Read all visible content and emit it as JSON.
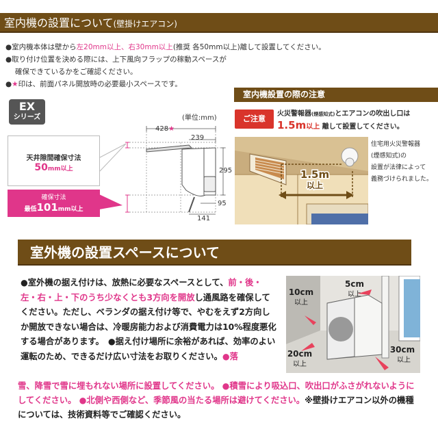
{
  "indoor_section": {
    "title": "室内機の設置について",
    "subtitle": "(壁掛けエアコン)",
    "bullets": [
      {
        "prefix": "●室内機本体は壁から",
        "highlight": "左20mm以上、右30mm以上",
        "suffix": "(推奨 各50mm以上)離して設置してください。"
      },
      {
        "text": "●取り付け位置を決める際には、上下風向フラップの稼動スペースが"
      },
      {
        "text": "確保できているかをご確認ください。"
      },
      {
        "prefix": "●",
        "highlight": "★",
        "suffix": "印は、前面パネル開放時の必要最小スペースです。"
      }
    ],
    "series_badge": {
      "line1": "EX",
      "line2": "シリーズ"
    },
    "ceiling_clearance": {
      "label": "天井隙間確保寸法",
      "value": "50",
      "unit": "mm以上"
    },
    "required_clearance": {
      "label": "確保寸法",
      "prefix": "最低",
      "value": "101",
      "unit": "mm以上"
    },
    "diagram": {
      "unit_label": "(単位:mm)",
      "dims": {
        "width_star": "428",
        "star": "★",
        "depth": "239",
        "height": "295",
        "bottom_a": "95",
        "bottom_b": "141"
      }
    }
  },
  "caution_panel": {
    "title": "室内機設置の際の注意",
    "badge": "ご注意",
    "line1_a": "火災警報器",
    "line1_small": "(煙感知式)",
    "line1_b": "とエアコンの吹出し口は",
    "distance_value": "1.5m",
    "distance_unit": "以上",
    "line2_suffix": "離して設置してください。",
    "illustration_label_1": "1.5m",
    "illustration_label_2": "以上",
    "side_note": [
      "住宅用火災警報器",
      "(煙感知式)の",
      "設置が法律によって",
      "義務づけられました。"
    ]
  },
  "outdoor_section": {
    "title": "室外機の設置スペースについて",
    "para1_a": "●室外機の据え付けは、放熱に必要なスペースとして、",
    "para1_highlight": "前・後・左・右・上・下のうち少なくとも3方向を開放",
    "para1_b": "し通風路を確保してください。ただし、ベランダの据え付け等で、やむをえず2方向しか開放できない場合は、冷暖房能力および消費電力は10%程度悪化する場合があります。　●据え付け場所に余裕があれば、効率のよい運転のため、できるだけ広い寸法をお取りください。",
    "para1_pink_tail": "●落",
    "para2_pink": "雪、降雪で雪に埋もれない場所に設置してください。 ●積雪により吸込口、吹出口がふさがれないようにしてください。 ●北側や西側など、季節風の当たる場所は避けてください。",
    "para2_tail": "※壁掛けエアコン以外の機種については、技術資料等でご確認ください。",
    "clearances": [
      {
        "value": "10cm",
        "label": "以上"
      },
      {
        "value": "5cm",
        "label": "以上"
      },
      {
        "value": "20cm",
        "label": "以上"
      },
      {
        "value": "30cm",
        "label": "以上"
      }
    ]
  },
  "colors": {
    "brown": "#6f4d17",
    "pink": "#e0368a",
    "red": "#d9342b"
  }
}
